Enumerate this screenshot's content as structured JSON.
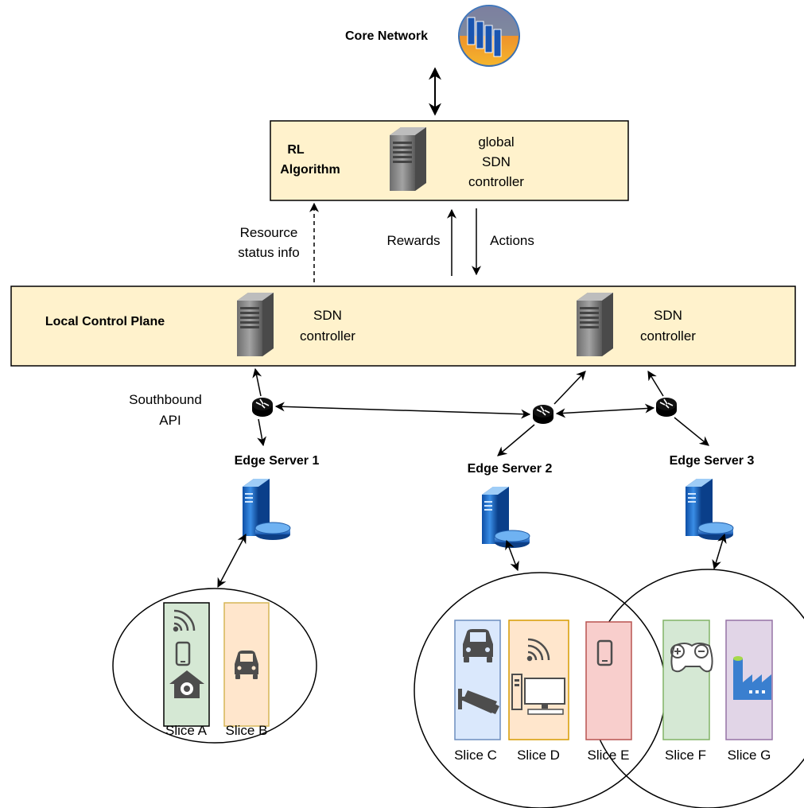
{
  "core": {
    "label": "Core Network"
  },
  "global_box": {
    "algorithm_line1": "RL",
    "algorithm_line2": "Algorithm",
    "controller_line1": "global",
    "controller_line2": "SDN",
    "controller_line3": "controller"
  },
  "links": {
    "resource_line1": "Resource",
    "resource_line2": "status info",
    "rewards": "Rewards",
    "actions": "Actions",
    "southbound_line1": "Southbound",
    "southbound_line2": "API"
  },
  "local_plane": {
    "title": "Local Control Plane",
    "controllers": [
      {
        "line1": "SDN",
        "line2": "controller"
      },
      {
        "line1": "SDN",
        "line2": "controller"
      }
    ]
  },
  "edge_servers": [
    {
      "label": "Edge Server 1"
    },
    {
      "label": "Edge Server 2"
    },
    {
      "label": "Edge Server 3"
    }
  ],
  "slices": [
    {
      "label": "Slice A",
      "fill": "#d5e8d4",
      "stroke": "#000000"
    },
    {
      "label": "Slice B",
      "fill": "#ffe6cc",
      "stroke": "#d6b656"
    },
    {
      "label": "Slice C",
      "fill": "#dae8fc",
      "stroke": "#6c8ebf"
    },
    {
      "label": "Slice D",
      "fill": "#ffe6cc",
      "stroke": "#d79b00"
    },
    {
      "label": "Slice E",
      "fill": "#f8cecc",
      "stroke": "#b85450"
    },
    {
      "label": "Slice F",
      "fill": "#d5e8d4",
      "stroke": "#82b366"
    },
    {
      "label": "Slice G",
      "fill": "#e1d5e7",
      "stroke": "#9673a6"
    }
  ],
  "colors": {
    "box_fill": "#fff2cc",
    "icon_gray": "#4d4d4d",
    "server_blue": "#1f6fc5"
  }
}
